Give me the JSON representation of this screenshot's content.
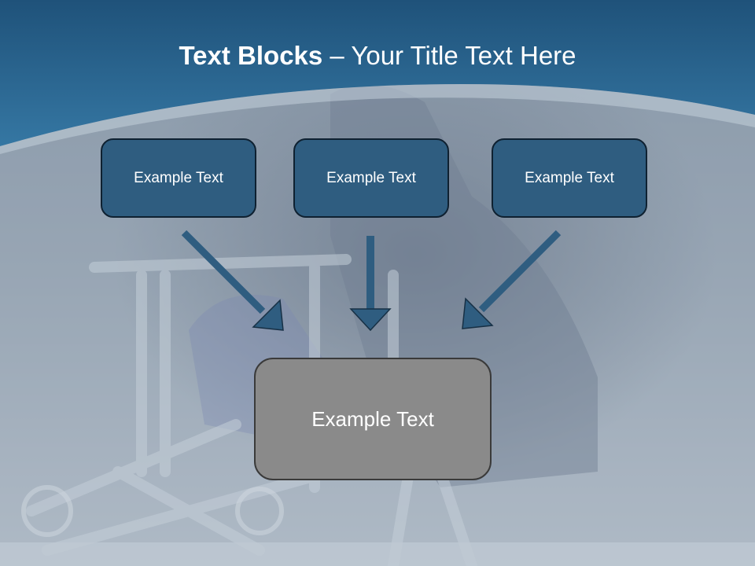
{
  "slide": {
    "title_bold": "Text Blocks",
    "title_dash": " – ",
    "title_regular": "Your Title Text Here"
  },
  "blocks": [
    {
      "label": "Example Text"
    },
    {
      "label": "Example Text"
    },
    {
      "label": "Example Text"
    }
  ],
  "target_block": {
    "label": "Example Text"
  },
  "colors": {
    "header_blue": "#2e6792",
    "box_fill": "#2f5d80",
    "box_border": "#0f2131",
    "target_fill": "#8a8a8a",
    "arrow_fill": "#2f5d80"
  },
  "icons": {
    "arrows": [
      "arrow-down-right-icon",
      "arrow-down-icon",
      "arrow-down-left-icon"
    ]
  }
}
